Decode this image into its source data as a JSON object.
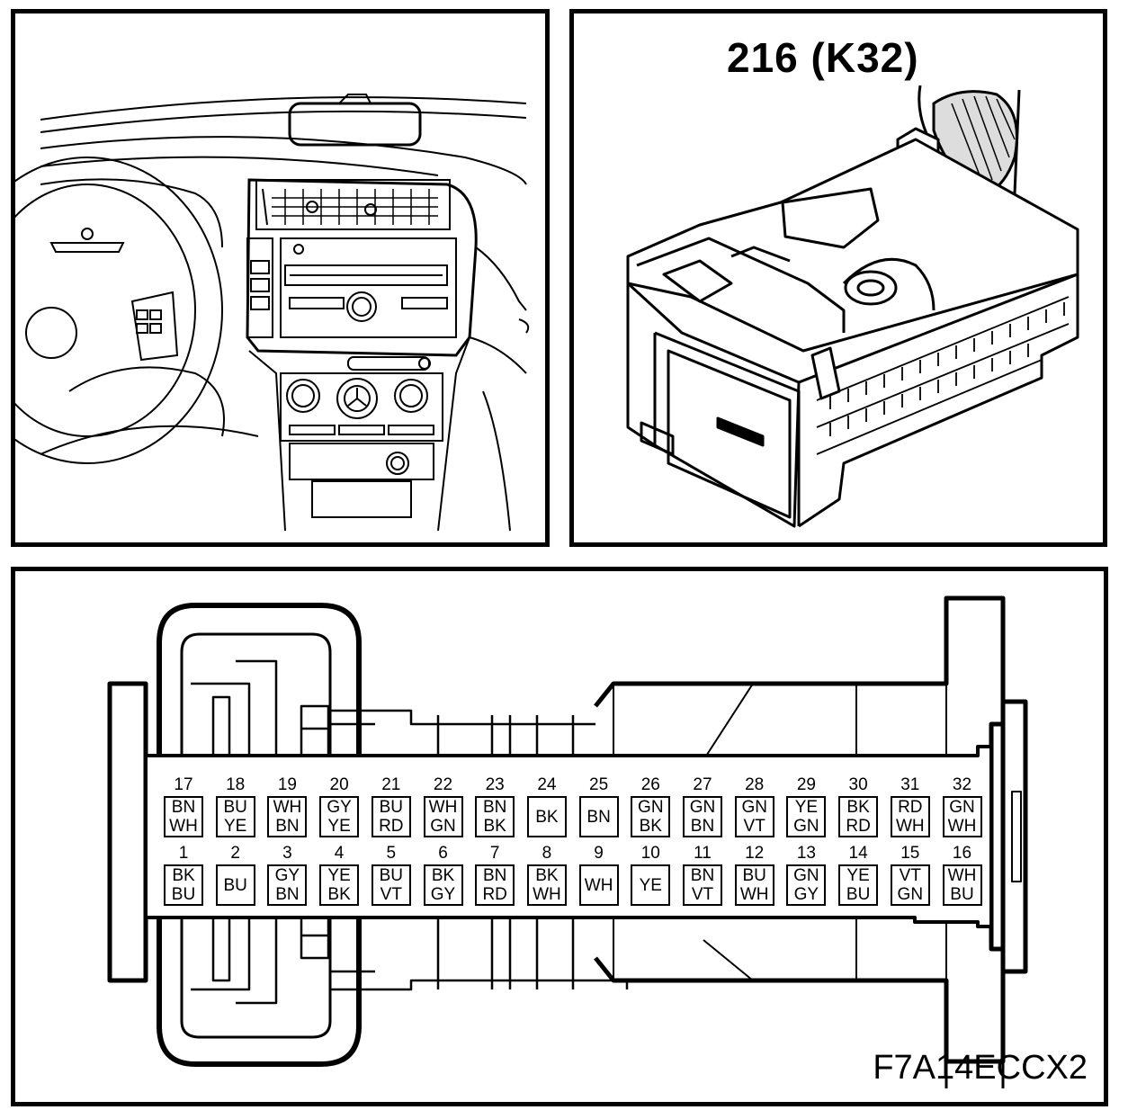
{
  "panels": {
    "location": {},
    "connector_3d": {
      "reference": "216 (K32)"
    },
    "pinout": {
      "figure_id": "F7A14ECCX2"
    }
  },
  "pins_top": [
    {
      "num": "17",
      "c1": "BN",
      "c2": "WH"
    },
    {
      "num": "18",
      "c1": "BU",
      "c2": "YE"
    },
    {
      "num": "19",
      "c1": "WH",
      "c2": "BN"
    },
    {
      "num": "20",
      "c1": "GY",
      "c2": "YE"
    },
    {
      "num": "21",
      "c1": "BU",
      "c2": "RD"
    },
    {
      "num": "22",
      "c1": "WH",
      "c2": "GN"
    },
    {
      "num": "23",
      "c1": "BN",
      "c2": "BK"
    },
    {
      "num": "24",
      "c1": "BK",
      "c2": ""
    },
    {
      "num": "25",
      "c1": "BN",
      "c2": ""
    },
    {
      "num": "26",
      "c1": "GN",
      "c2": "BK"
    },
    {
      "num": "27",
      "c1": "GN",
      "c2": "BN"
    },
    {
      "num": "28",
      "c1": "GN",
      "c2": "VT"
    },
    {
      "num": "29",
      "c1": "YE",
      "c2": "GN"
    },
    {
      "num": "30",
      "c1": "BK",
      "c2": "RD"
    },
    {
      "num": "31",
      "c1": "RD",
      "c2": "WH"
    },
    {
      "num": "32",
      "c1": "GN",
      "c2": "WH"
    }
  ],
  "pins_bottom": [
    {
      "num": "1",
      "c1": "BK",
      "c2": "BU"
    },
    {
      "num": "2",
      "c1": "BU",
      "c2": ""
    },
    {
      "num": "3",
      "c1": "GY",
      "c2": "BN"
    },
    {
      "num": "4",
      "c1": "YE",
      "c2": "BK"
    },
    {
      "num": "5",
      "c1": "BU",
      "c2": "VT"
    },
    {
      "num": "6",
      "c1": "BK",
      "c2": "GY"
    },
    {
      "num": "7",
      "c1": "BN",
      "c2": "RD"
    },
    {
      "num": "8",
      "c1": "BK",
      "c2": "WH"
    },
    {
      "num": "9",
      "c1": "WH",
      "c2": ""
    },
    {
      "num": "10",
      "c1": "YE",
      "c2": ""
    },
    {
      "num": "11",
      "c1": "BN",
      "c2": "VT"
    },
    {
      "num": "12",
      "c1": "BU",
      "c2": "WH"
    },
    {
      "num": "13",
      "c1": "GN",
      "c2": "GY"
    },
    {
      "num": "14",
      "c1": "YE",
      "c2": "BU"
    },
    {
      "num": "15",
      "c1": "VT",
      "c2": "GN"
    },
    {
      "num": "16",
      "c1": "WH",
      "c2": "BU"
    }
  ]
}
